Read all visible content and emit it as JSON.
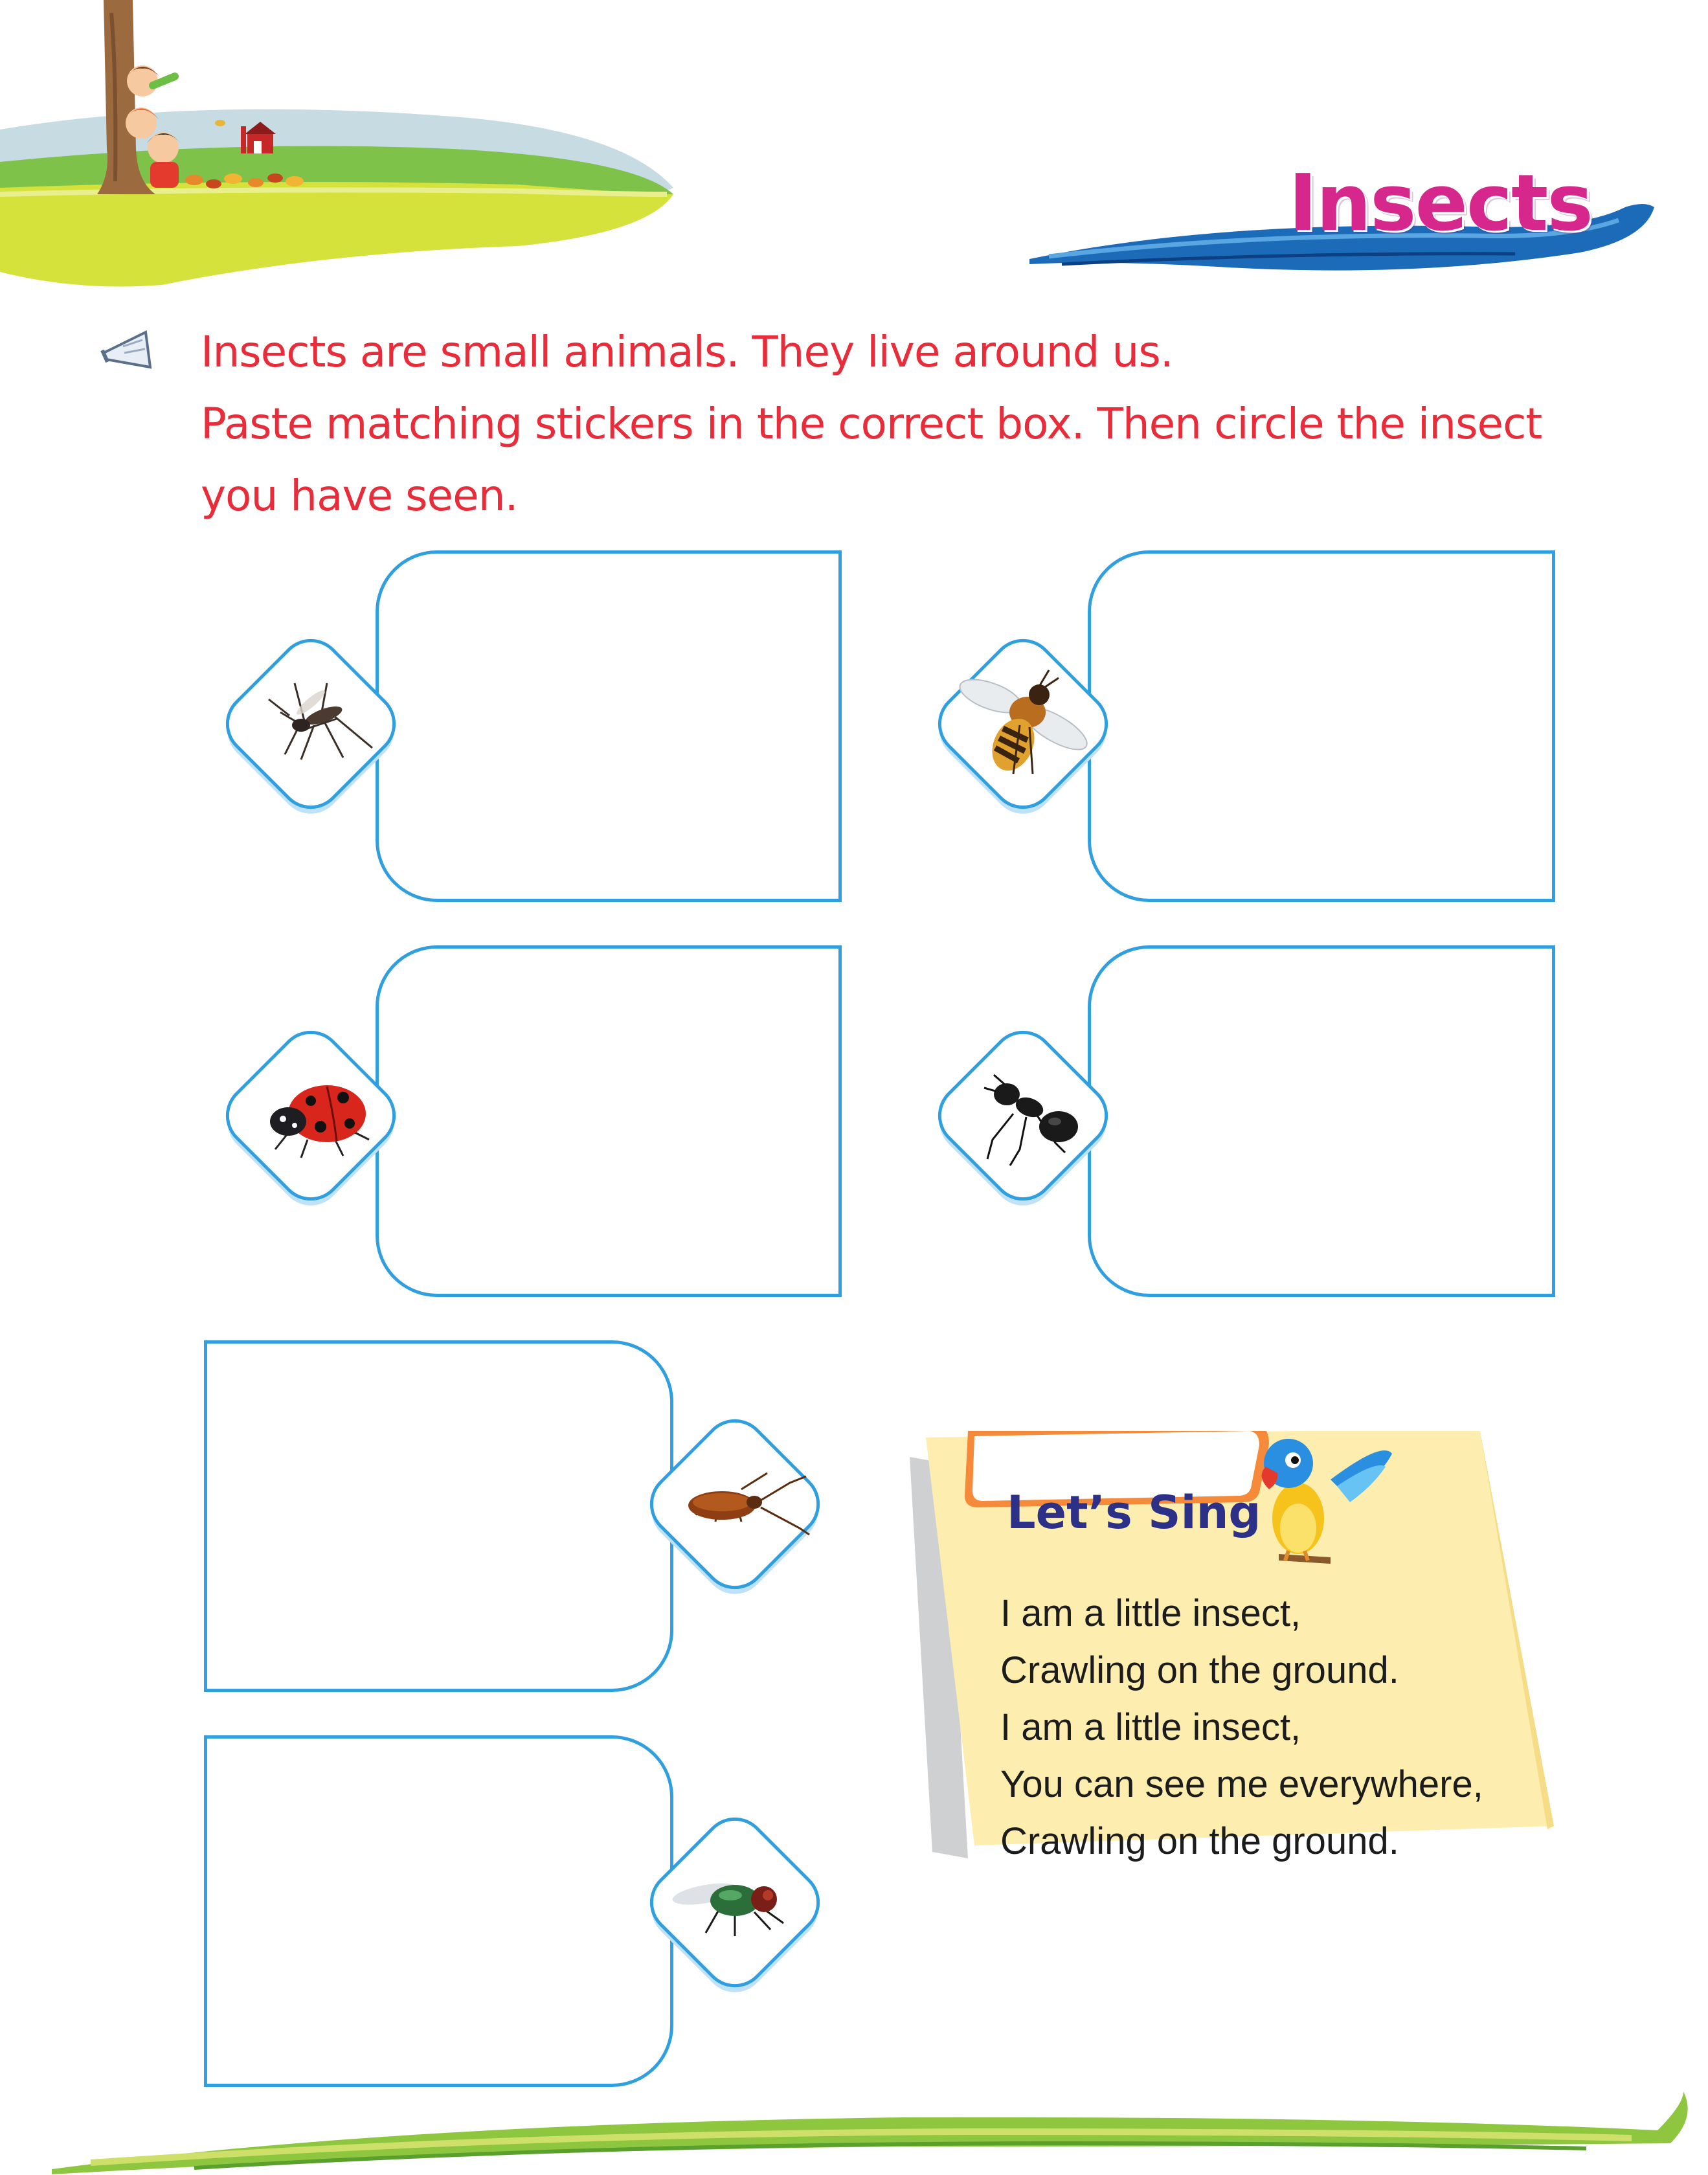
{
  "page": {
    "title": "Insects",
    "instructions": [
      "Insects are small animals. They live around us.",
      "Paste matching stickers in the correct box. Then circle the insect",
      "you have seen."
    ]
  },
  "insects": [
    {
      "name": "mosquito",
      "icon": "mosquito-icon"
    },
    {
      "name": "honey bee",
      "icon": "bee-icon"
    },
    {
      "name": "ladybird",
      "icon": "ladybird-icon"
    },
    {
      "name": "ant",
      "icon": "ant-icon"
    },
    {
      "name": "cockroach",
      "icon": "cockroach-icon"
    },
    {
      "name": "housefly",
      "icon": "fly-icon"
    }
  ],
  "song": {
    "title": "Let’s Sing",
    "lines": [
      "I am a little insect,",
      "Crawling on the ground.",
      "I am a little insect,",
      "You can see me everywhere,",
      "Crawling on the ground."
    ]
  },
  "colors": {
    "title": "#d6278c",
    "instruction": "#e82c3a",
    "box_border": "#2f9fe0",
    "song_card": "#fdeeb0",
    "song_title": "#2c3187"
  }
}
